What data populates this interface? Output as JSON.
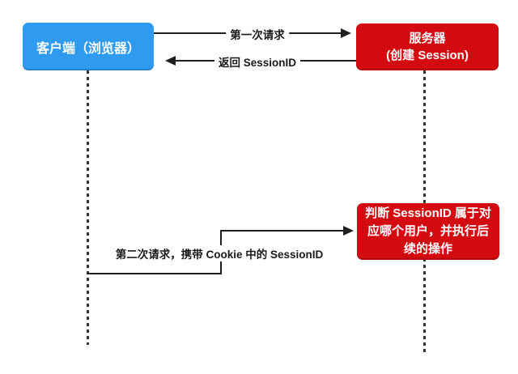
{
  "diagram": {
    "client_box": {
      "label": "客户端（浏览器）"
    },
    "server_box": {
      "lines": [
        "服务器",
        "(创建 Session)"
      ]
    },
    "process_box": {
      "lines": [
        "判断 SessionID 属于对",
        "应哪个用户，并执行后",
        "续的操作"
      ]
    },
    "arrows": {
      "first_request": {
        "label": "第一次请求"
      },
      "return_sessionid": {
        "label": "返回 SessionID"
      },
      "second_request": {
        "label": "第二次请求，携带 Cookie 中的 SessionID"
      }
    },
    "colors": {
      "client_blue": "#2E9BF0",
      "server_red": "#D30B11",
      "line_black": "#1F1F1F",
      "dash_gray": "#333333"
    }
  }
}
